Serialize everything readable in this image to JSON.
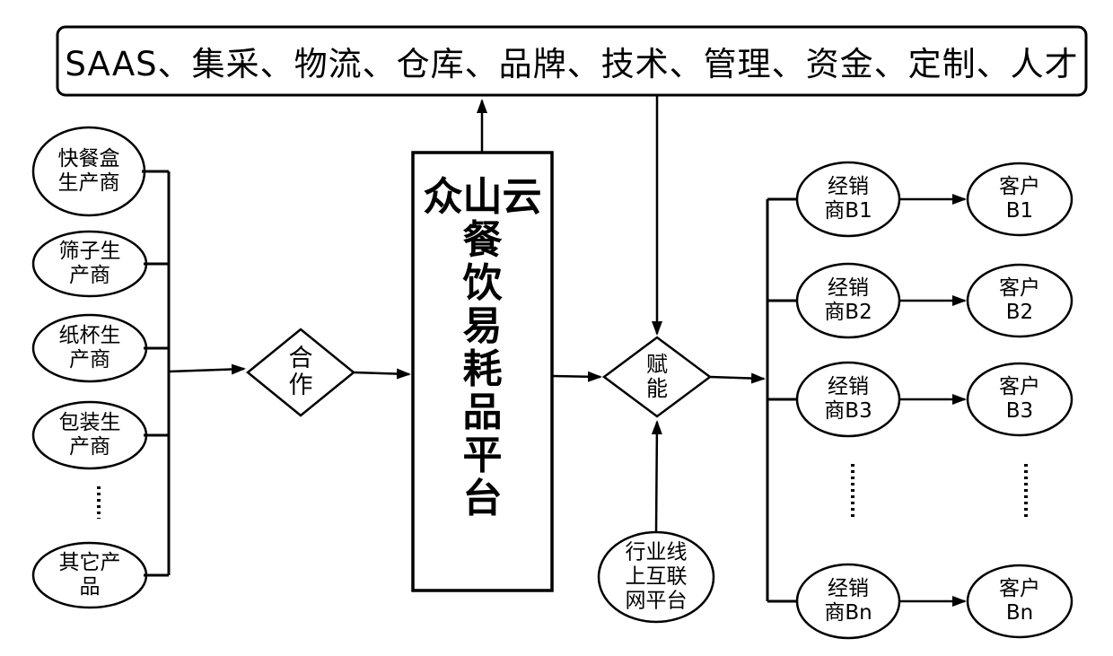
{
  "banner": {
    "text": "SAAS、集采、物流、仓库、品牌、技术、管理、资金、定制、人才"
  },
  "suppliers": [
    {
      "line1": "快餐盒",
      "line2": "生产商"
    },
    {
      "line1": "筛子生",
      "line2": "产商"
    },
    {
      "line1": "纸杯生",
      "line2": "产商"
    },
    {
      "line1": "包装生",
      "line2": "产商"
    },
    {
      "line1": "其它产",
      "line2": "品"
    }
  ],
  "cooperation_diamond": {
    "line1": "合",
    "line2": "作"
  },
  "platform_box": {
    "line1": "众山云",
    "chars": [
      "餐",
      "饮",
      "易",
      "耗",
      "品",
      "平",
      "台"
    ],
    "full_title": "众山云餐饮易耗品平台"
  },
  "empower_diamond": {
    "line1": "赋",
    "line2": "能"
  },
  "online_platform": {
    "line1": "行业线",
    "line2": "上互联",
    "line3": "网平台"
  },
  "distributors": [
    {
      "line1": "经销",
      "line2": "商B1"
    },
    {
      "line1": "经销",
      "line2": "商B2"
    },
    {
      "line1": "经销",
      "line2": "商B3"
    },
    {
      "line1": "经销",
      "line2": "商Bn"
    }
  ],
  "customers": [
    {
      "line1": "客户",
      "line2": "B1"
    },
    {
      "line1": "客户",
      "line2": "B2"
    },
    {
      "line1": "客户",
      "line2": "B3"
    },
    {
      "line1": "客户",
      "line2": "Bn"
    }
  ],
  "colors": {
    "stroke": "#000000",
    "background": "#ffffff"
  }
}
